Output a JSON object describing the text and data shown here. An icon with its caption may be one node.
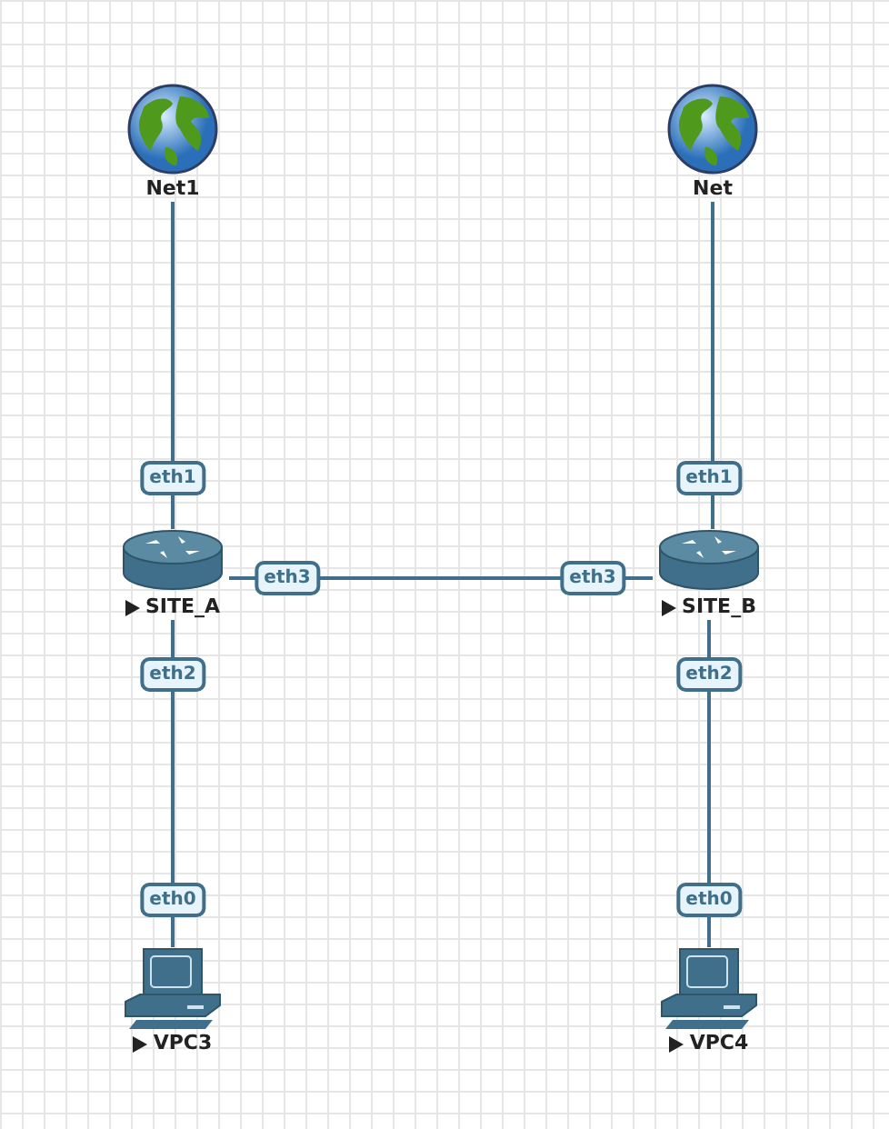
{
  "diagram": {
    "nodes": [
      {
        "text": [
          "Net1"
        ]
      },
      {
        "text": [
          "Net"
        ]
      },
      {
        "text": [
          "SITE_A"
        ],
        "beside": [
          "eth1",
          "eth3",
          "eth2"
        ]
      },
      {
        "text": [
          "SITE_B"
        ],
        "beside": [
          "eth1",
          "eth3",
          "eth2"
        ]
      },
      {
        "text": [
          "VPC3"
        ],
        "beside": [
          "eth0"
        ]
      },
      {
        "text": [
          "VPC4"
        ],
        "beside": [
          "eth0"
        ]
      }
    ],
    "edges": [
      {
        "from": 0,
        "to": 2,
        "arrow": "none"
      },
      {
        "from": 1,
        "to": 3,
        "arrow": "none"
      },
      {
        "from": 2,
        "to": 3,
        "arrow": "none"
      },
      {
        "from": 2,
        "to": 4,
        "arrow": "none"
      },
      {
        "from": 3,
        "to": 5,
        "arrow": "none"
      }
    ]
  }
}
